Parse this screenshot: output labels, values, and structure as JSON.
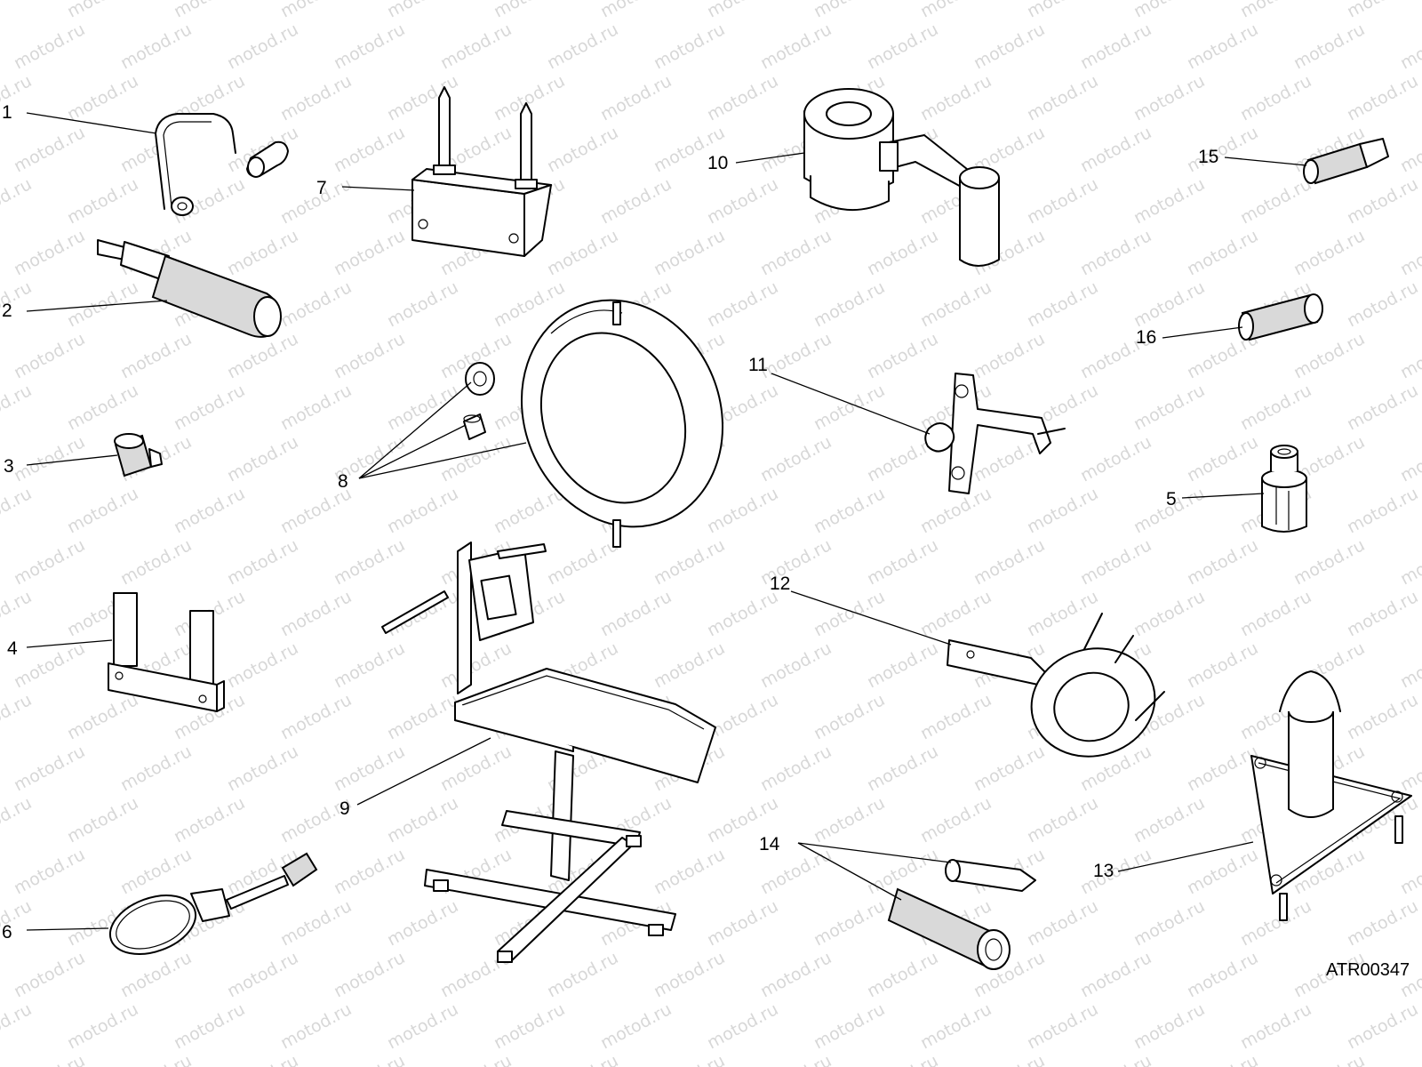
{
  "diagram": {
    "drawing_code": "ATR00347",
    "watermark_text": "motod.ru",
    "callouts": [
      {
        "id": "1",
        "label": "1"
      },
      {
        "id": "2",
        "label": "2"
      },
      {
        "id": "3",
        "label": "3"
      },
      {
        "id": "4",
        "label": "4"
      },
      {
        "id": "5",
        "label": "5"
      },
      {
        "id": "6",
        "label": "6"
      },
      {
        "id": "7",
        "label": "7"
      },
      {
        "id": "8",
        "label": "8"
      },
      {
        "id": "9",
        "label": "9"
      },
      {
        "id": "10",
        "label": "10"
      },
      {
        "id": "11",
        "label": "11"
      },
      {
        "id": "12",
        "label": "12"
      },
      {
        "id": "13",
        "label": "13"
      },
      {
        "id": "14",
        "label": "14"
      },
      {
        "id": "15",
        "label": "15"
      },
      {
        "id": "16",
        "label": "16"
      }
    ]
  }
}
